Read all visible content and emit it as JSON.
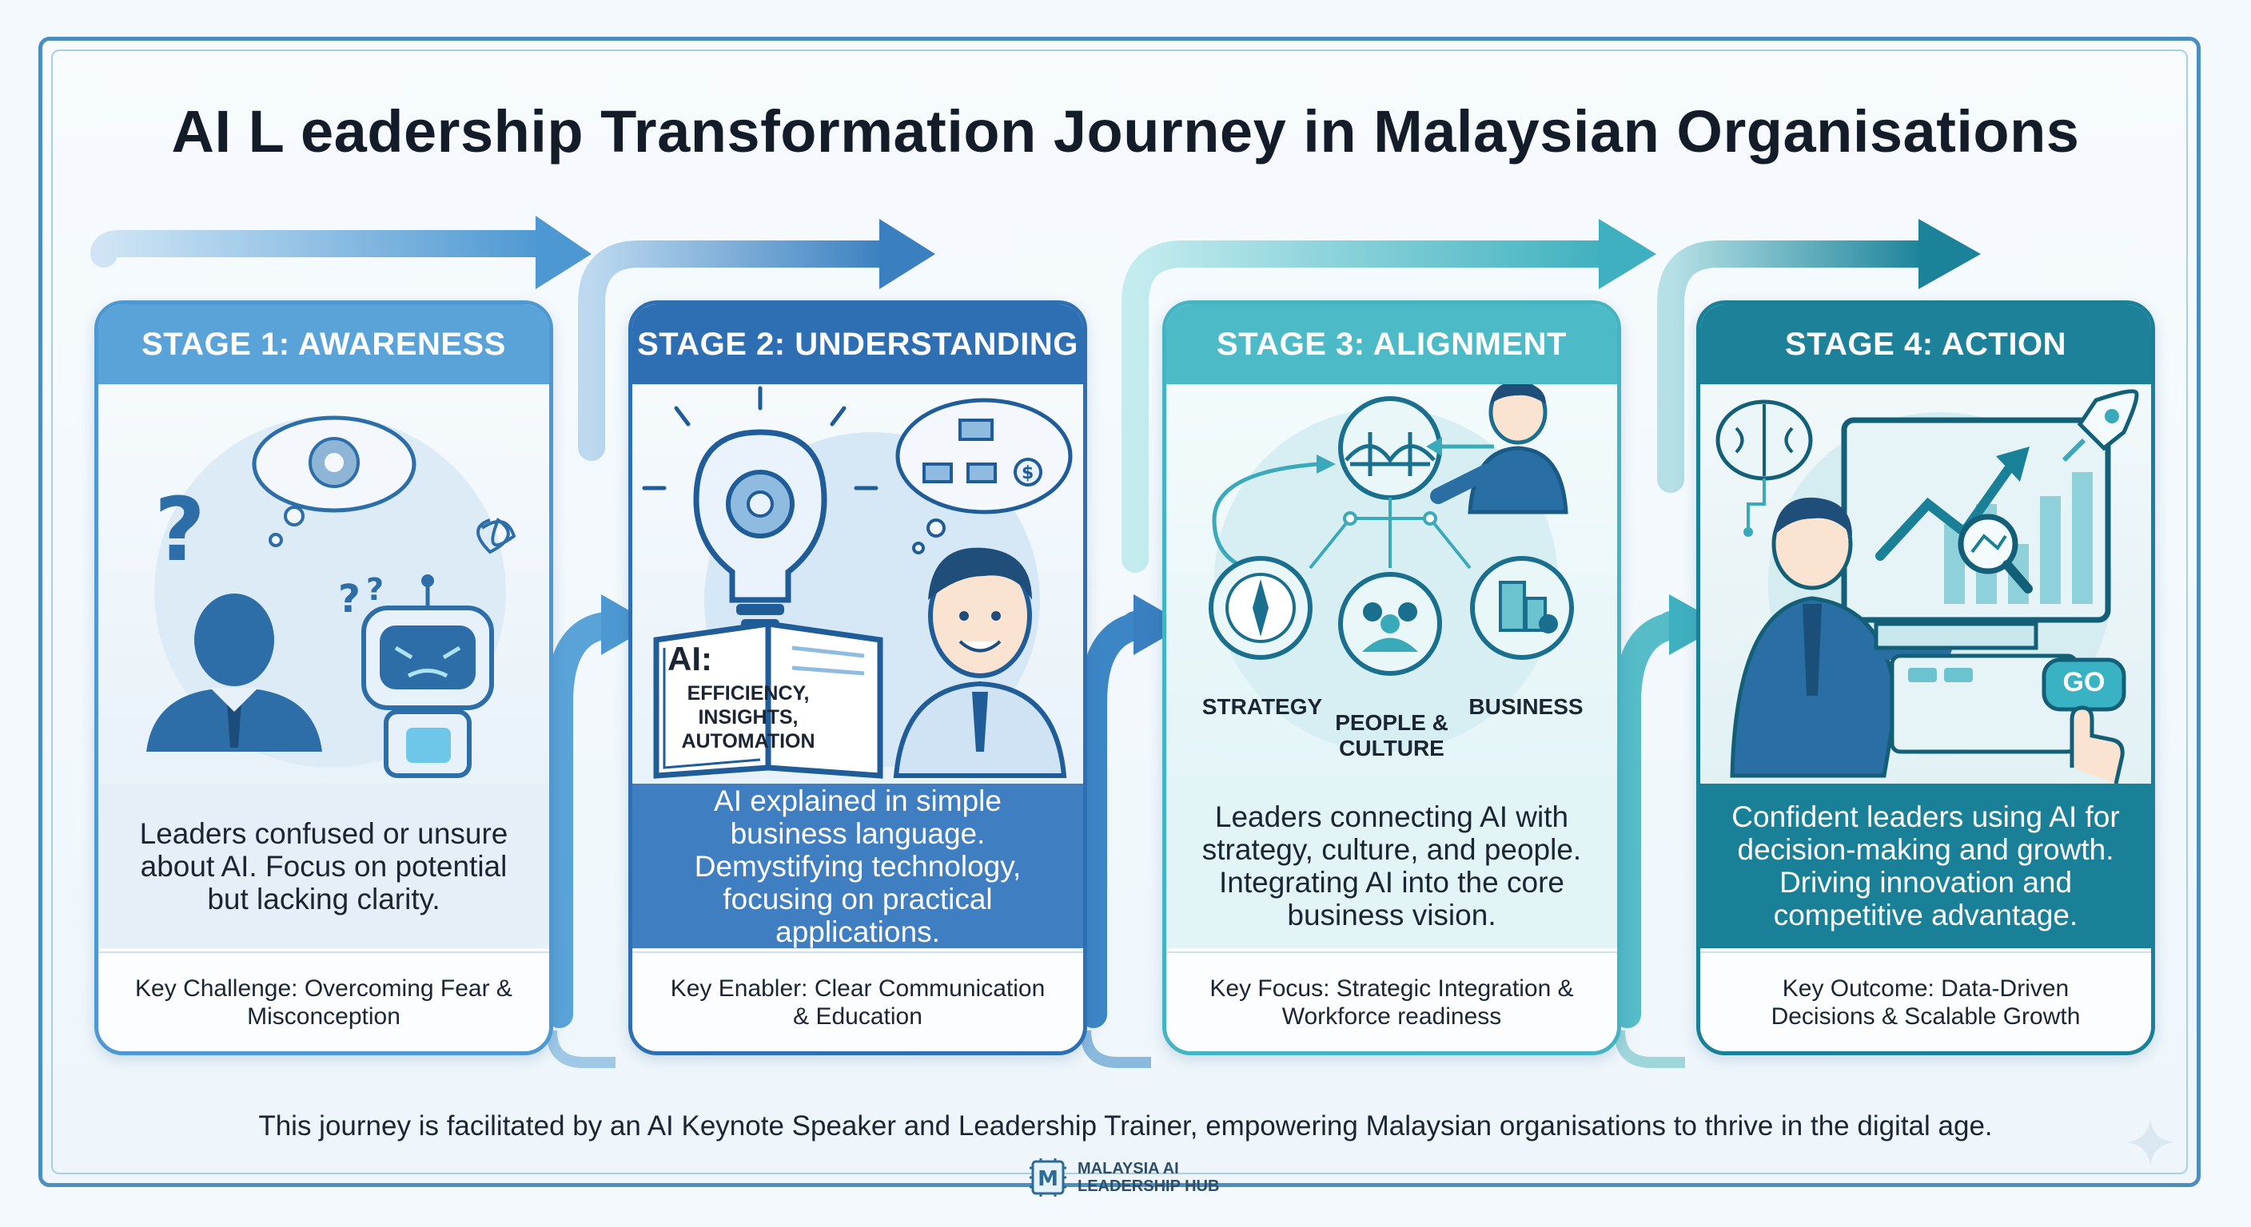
{
  "title": "AI L eadership Transformation Journey in Malaysian Organisations",
  "stages": [
    {
      "header": "STAGE 1: AWARENESS",
      "description": "Leaders confused or unsure about AI. Focus on potential but lacking clarity.",
      "key_label": "Key Challenge: Overcoming Fear & Misconception",
      "color": "#4d98d2"
    },
    {
      "header": "STAGE 2: UNDERSTANDING",
      "description": "AI explained in simple business language. Demystifying technology, focusing on practical applications.",
      "key_label": "Key Enabler: Clear Communication & Education",
      "color": "#2e6fb3",
      "book_title": "AI:",
      "book_text": "EFFICIENCY, INSIGHTS, AUTOMATION"
    },
    {
      "header": "STAGE 3: ALIGNMENT",
      "description": "Leaders connecting AI with strategy, culture, and people. Integrating AI into the core business vision.",
      "key_label": "Key Focus: Strategic Integration & Workforce readiness",
      "color": "#43b4c2",
      "labels": [
        "STRATEGY",
        "PEOPLE & CULTURE",
        "BUSINESS"
      ]
    },
    {
      "header": "STAGE 4: ACTION",
      "description": "Confident leaders using AI for decision-making and growth. Driving innovation and competitive advantage.",
      "key_label": "Key Outcome: Data-Driven Decisions & Scalable Growth",
      "color": "#1a8098",
      "go_label": "GO"
    }
  ],
  "footer": "This journey is facilitated by an AI Keynote Speaker and Leadership Trainer, empowering Malaysian organisations to thrive in the digital age.",
  "logo": {
    "letter": "M",
    "line1": "MALAYSIA AI",
    "line2": "LEADERSHIP HUB"
  }
}
